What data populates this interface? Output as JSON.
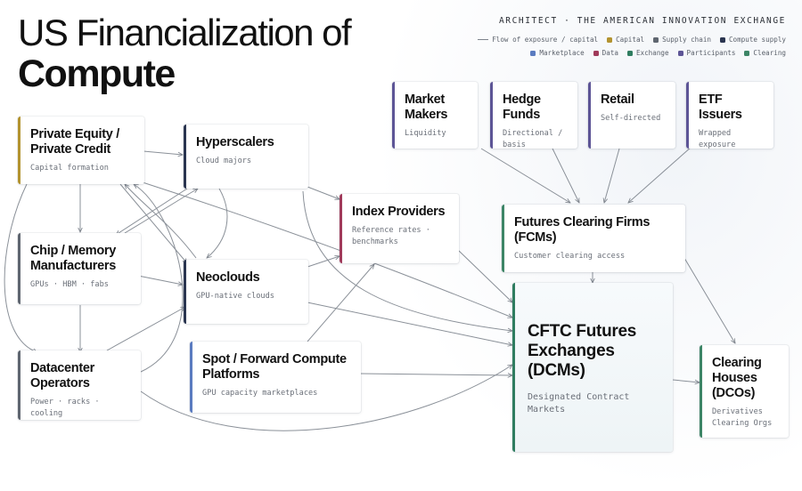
{
  "header": {
    "title_light": "US Financialization of",
    "title_bold": "Compute",
    "brand": "ARCHITECT · THE AMERICAN INNOVATION EXCHANGE"
  },
  "legend": {
    "flow_label": "Flow of exposure / capital",
    "row1": [
      {
        "label": "Capital",
        "color": "#b3932f"
      },
      {
        "label": "Supply chain",
        "color": "#5f6670"
      },
      {
        "label": "Compute supply",
        "color": "#2a3550"
      }
    ],
    "row2": [
      {
        "label": "Marketplace",
        "color": "#5a7bc0"
      },
      {
        "label": "Data",
        "color": "#a03a5a"
      },
      {
        "label": "Exchange",
        "color": "#2f7d60"
      },
      {
        "label": "Participants",
        "color": "#5d5596"
      },
      {
        "label": "Clearing",
        "color": "#3d8566"
      }
    ]
  },
  "nodes": {
    "pe": {
      "title": "Private Equity / Private Credit",
      "sub": "Capital formation",
      "color": "#b3932f"
    },
    "hyper": {
      "title": "Hyperscalers",
      "sub": "Cloud majors",
      "color": "#2a3550"
    },
    "chip": {
      "title": "Chip / Memory Manufacturers",
      "sub": "GPUs · HBM · fabs",
      "color": "#5f6670"
    },
    "neo": {
      "title": "Neoclouds",
      "sub": "GPU-native clouds",
      "color": "#2a3550"
    },
    "dc": {
      "title": "Datacenter Operators",
      "sub": "Power · racks · cooling",
      "color": "#5f6670"
    },
    "spot": {
      "title": "Spot / Forward Compute Platforms",
      "sub": "GPU capacity marketplaces",
      "color": "#5a7bc0"
    },
    "index": {
      "title": "Index Providers",
      "sub": "Reference rates · benchmarks",
      "color": "#a03a5a"
    },
    "mm": {
      "title": "Market Makers",
      "sub": "Liquidity",
      "color": "#5d5596"
    },
    "hf": {
      "title": "Hedge Funds",
      "sub": "Directional / basis",
      "color": "#5d5596"
    },
    "retail": {
      "title": "Retail",
      "sub": "Self-directed",
      "color": "#5d5596"
    },
    "etf": {
      "title": "ETF Issuers",
      "sub": "Wrapped exposure",
      "color": "#5d5596"
    },
    "fcm": {
      "title": "Futures Clearing Firms (FCMs)",
      "sub": "Customer clearing access",
      "color": "#3d8566"
    },
    "dcm": {
      "title": "CFTC Futures Exchanges (DCMs)",
      "sub": "Designated Contract Markets",
      "color": "#2f7d60"
    },
    "dco": {
      "title": "Clearing Houses (DCOs)",
      "sub": "Derivatives Clearing Orgs",
      "color": "#3d8566"
    }
  }
}
